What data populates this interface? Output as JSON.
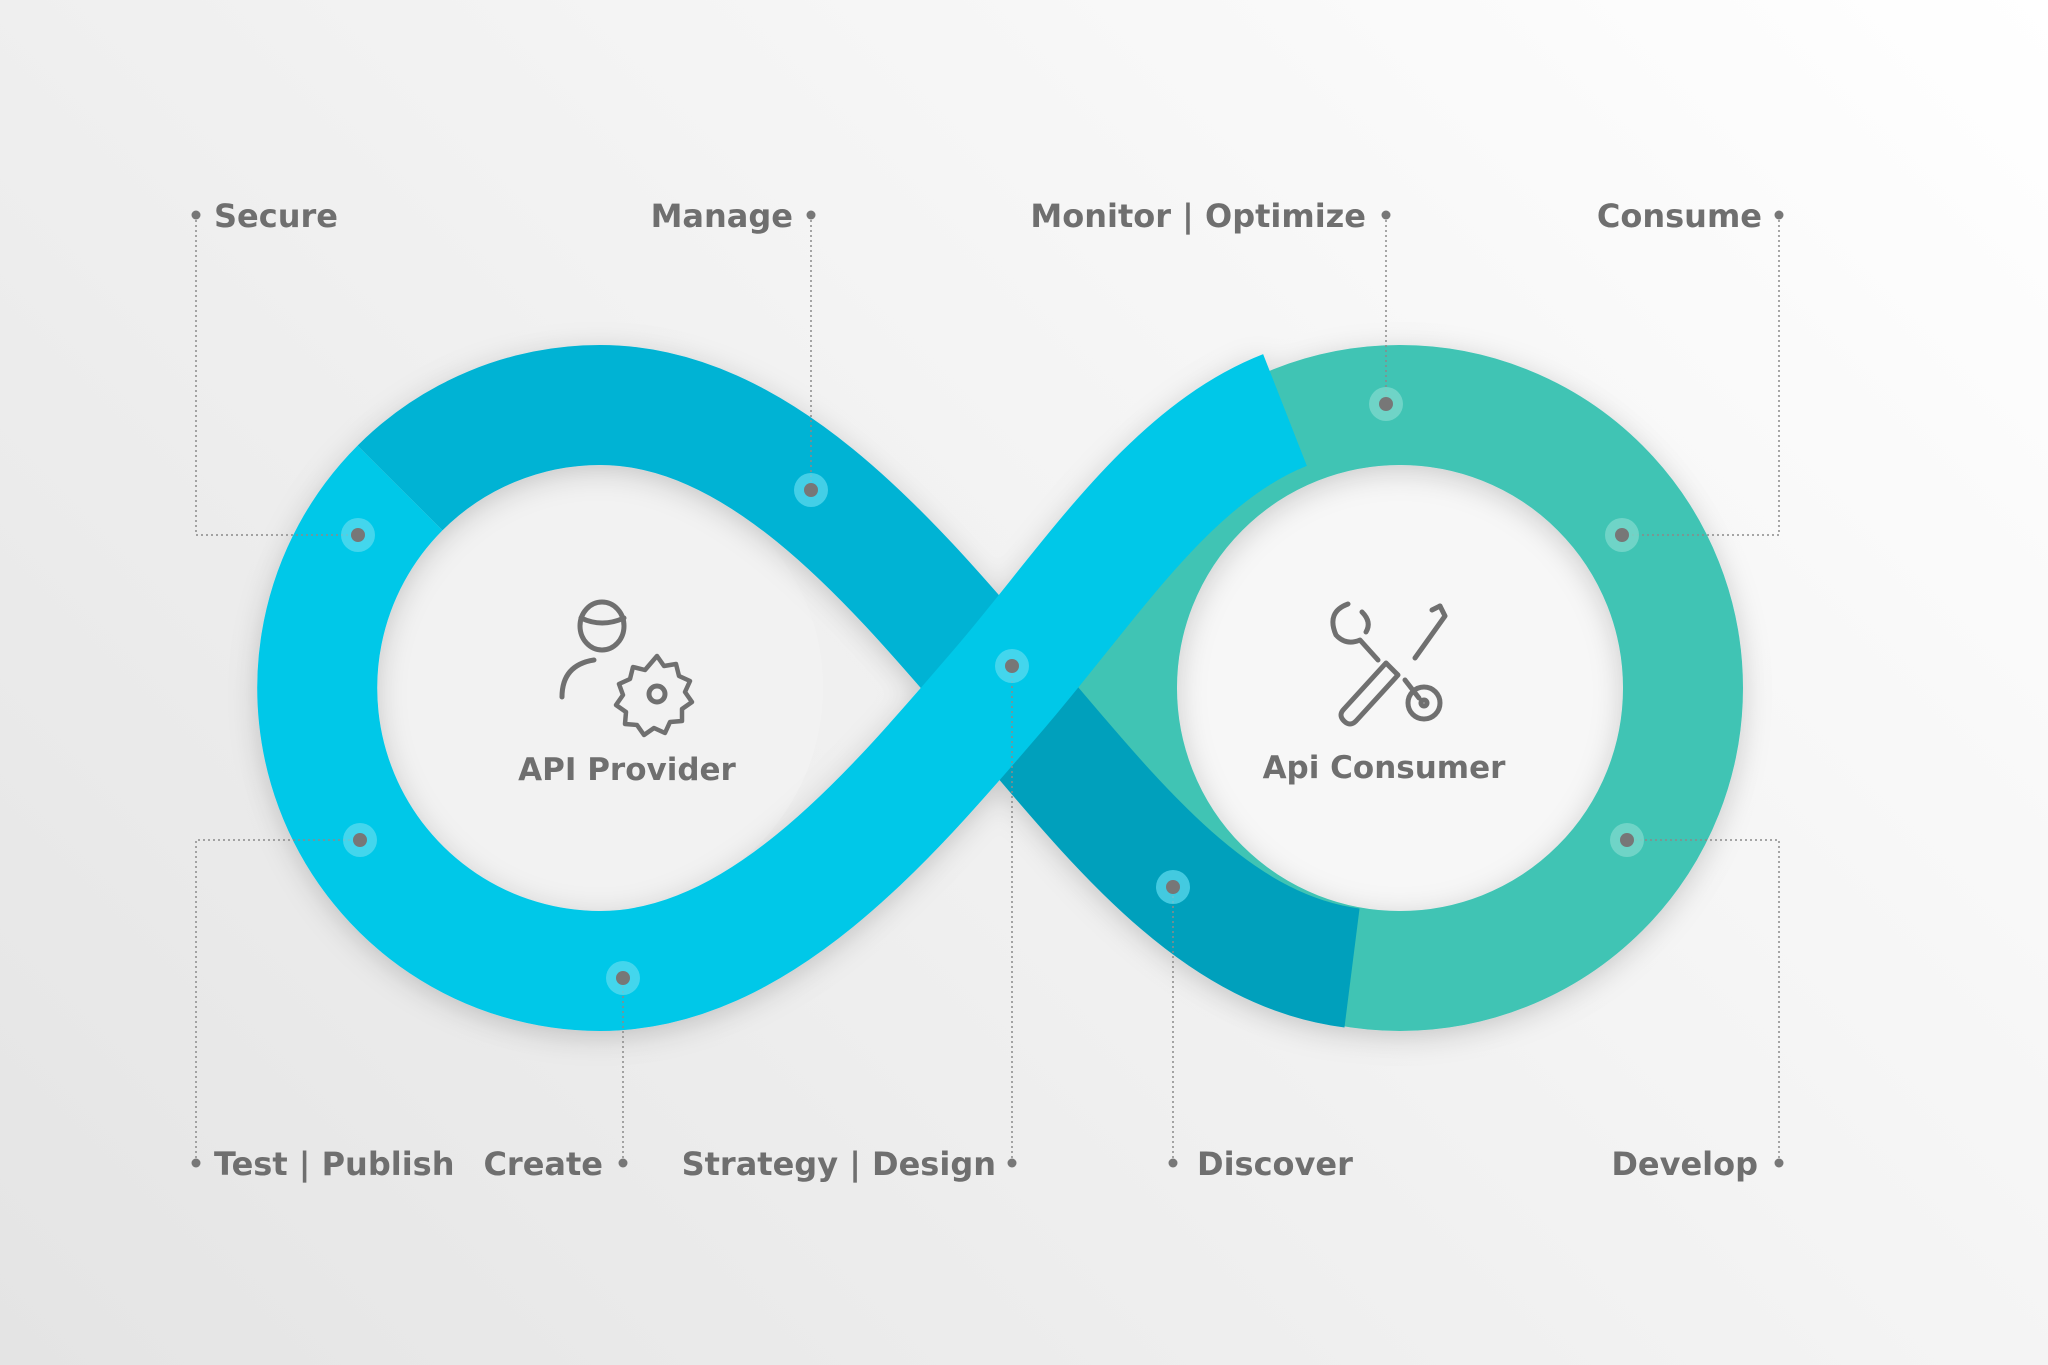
{
  "colors": {
    "light_cyan": "#00c8e8",
    "manage_blue": "#00b3d4",
    "discover_blue": "#00a0bc",
    "consumer_green": "#40c4b4",
    "text_gray": "#6f6f6f"
  },
  "center": {
    "provider_label": "API Provider",
    "consumer_label": "Api Consumer"
  },
  "stages": {
    "secure": "Secure",
    "manage": "Manage",
    "monitor_optimize": "Monitor | Optimize",
    "consume": "Consume",
    "test_publish": "Test | Publish",
    "create": "Create",
    "strategy_design": "Strategy | Design",
    "discover": "Discover",
    "develop": "Develop"
  }
}
